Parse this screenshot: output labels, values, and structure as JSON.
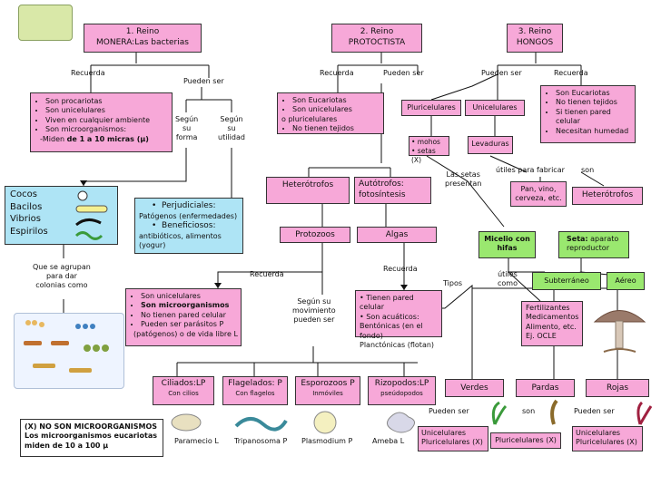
{
  "reino1": {
    "num": "1. Reino",
    "name": "MONERA:Las bacterias"
  },
  "reino2": {
    "num": "2. Reino",
    "name": "PROTOCTISTA"
  },
  "reino3": {
    "num": "3. Reino",
    "name": "HONGOS"
  },
  "labels": {
    "recuerda": "Recuerda",
    "pueden_ser": "Pueden ser",
    "segun_forma": [
      "Según",
      "su",
      "forma"
    ],
    "segun_utilidad": [
      "Según",
      "su",
      "utilidad"
    ],
    "se_agrupan": [
      "Que se agrupan",
      "para dar",
      "colonias como"
    ],
    "segun_movimiento": [
      "Según su",
      "movimiento",
      "pueden ser"
    ],
    "las_setas": [
      "Las setas",
      "presentan"
    ],
    "utiles_fabricar": "útiles para fabricar",
    "son": "son",
    "tipos": "Tipos",
    "utiles_como": [
      "útiles",
      "como"
    ]
  },
  "monera_props": [
    "Son procariotas",
    "Son unicelulares",
    "Viven en cualquier ambiente",
    "Son microorganismos:"
  ],
  "monera_size": {
    "pre": "-Miden ",
    "bold": "de 1 a 10 micras (µ)"
  },
  "formas": [
    "Cocos",
    "Bacilos",
    "Vibrios",
    "Espirilos"
  ],
  "utilidad": {
    "perj_title": "Perjudiciales:",
    "perj_text": "Patógenos (enfermedades)",
    "benef_title": "Beneficiosos:",
    "benef_text": "antibióticos, alimentos (yogur)"
  },
  "protoctista_props": {
    "item1": "Son Eucariotas",
    "item2": "Son unicelulares",
    "middle": "o pluricelulares",
    "item3": "No tienen tejidos"
  },
  "heterotrofos": "Heterótrofos",
  "autotrofos": [
    "Autótrofos:",
    "fotosíntesis"
  ],
  "protozoos": "Protozoos",
  "algas": "Algas",
  "protozoos_props": [
    "Son unicelulares",
    "Son microorganismos",
    "No tienen pared celular",
    "Pueden ser parásitos P"
  ],
  "protozoos_extra": "(patógenos) o de vida libre L",
  "algas_props": [
    "• Tienen pared celular",
    "• Son acuáticos:",
    "Bentónicas (en el fondo)",
    "Planctónicas (flotan)"
  ],
  "protozoo_types": [
    {
      "name": "Ciliados:LP",
      "sub": "Con cilios",
      "example": "Paramecio L"
    },
    {
      "name": "Flagelados: P",
      "sub": "Con flagelos",
      "example": "Tripanosoma P"
    },
    {
      "name": "Esporozoos P",
      "sub": "Inmóviles",
      "example": "Plasmodium P"
    },
    {
      "name": "Rizopodos:LP",
      "sub": "pseúdopodos",
      "example": "Ameba L"
    }
  ],
  "algas_types": [
    "Verdes",
    "Pardas",
    "Rojas"
  ],
  "algas_types_labels": {
    "pueden_ser": "Pueden ser",
    "son": "son"
  },
  "verdes_desc": [
    "Unicelulares",
    "Pluricelulares (X)"
  ],
  "pardas_desc": "Pluricelulares (X)",
  "rojas_desc": [
    "Unicelulares",
    "Pluricelulares (X)"
  ],
  "hongos_props": [
    "Son Eucariotas",
    "No tienen tejidos",
    "Si tienen pared celular",
    "Necesitan humedad"
  ],
  "pluricelulares": "Pluricelulares",
  "unicelulares": "Unicelulares",
  "mohos_setas": [
    "• mohos",
    "• setas (X)"
  ],
  "levaduras": "Levaduras",
  "pan_vino": [
    "Pan, vino,",
    "cerveza, etc."
  ],
  "heterotrofos2": "Heterótrofos",
  "micelio": [
    "Micelio con",
    "hifas"
  ],
  "seta": {
    "bold": "Seta:",
    "rest": " aparato reproductor"
  },
  "subterraneo": "Subterráneo",
  "aereo": "Aéreo",
  "fertilizantes": [
    "Fertilizantes",
    "Medicamentos",
    "Alimento, etc.",
    "Ej. OCLE"
  ],
  "note": [
    "(X) NO SON MICROORGANISMOS",
    "Los microorganismos eucariotas",
    "miden de 10 a 100 µ"
  ],
  "colors": {
    "pink": "#f7a8d8",
    "blue": "#aee4f5",
    "green": "#9ae86f"
  }
}
